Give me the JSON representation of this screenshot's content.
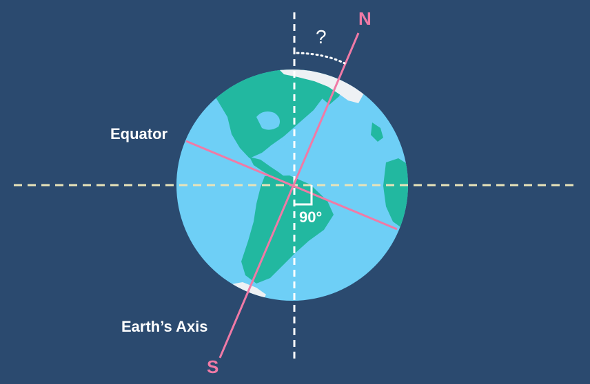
{
  "labels": {
    "north": "N",
    "south": "S",
    "question": "?",
    "equator": "Equator",
    "axis": "Earth’s Axis",
    "angle": "90°"
  },
  "colors": {
    "background": "#2b4a6f",
    "ocean": "#6ecff6",
    "land": "#22b8a0",
    "ice": "#eef1f4",
    "axis_line": "#f07aa6",
    "dashed_vertical": "#ffffff",
    "dashed_horizontal": "#e8e3b9",
    "text": "#ffffff"
  },
  "icons": {
    "globe": "earth-globe-icon",
    "right_angle": "right-angle-marker-icon",
    "tilt_arc": "angle-arc-icon"
  }
}
